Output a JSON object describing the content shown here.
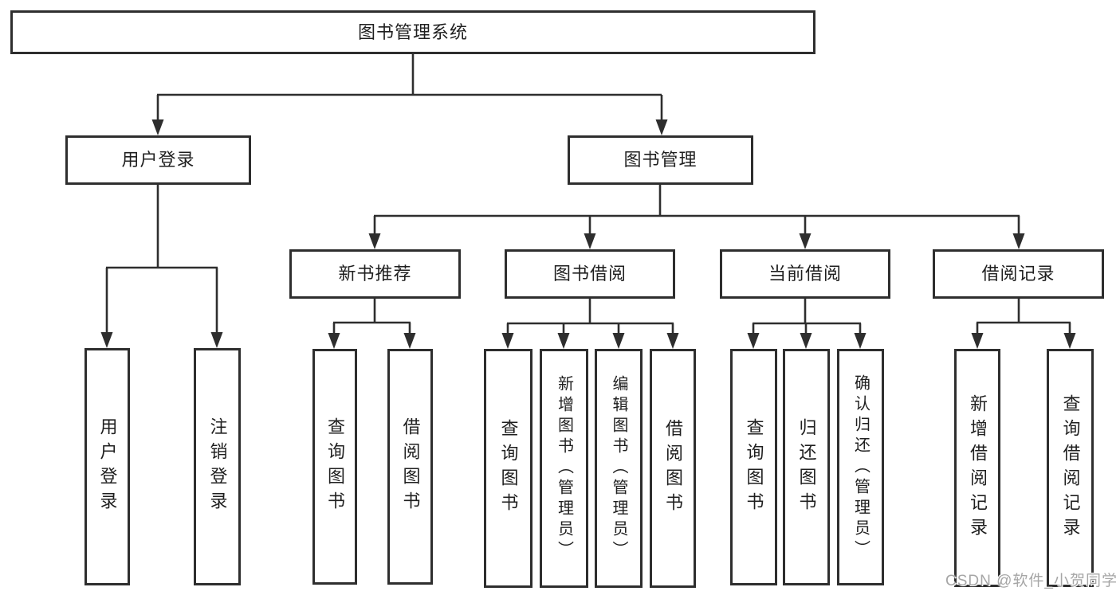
{
  "diagram_title": "图书管理系统",
  "watermark": "CSDN @软件_小贺同学",
  "colors": {
    "line": "#2e2e2e",
    "text": "#1f1f1f",
    "background": "#ffffff",
    "watermark": "#a6a6a6"
  },
  "nodes": {
    "root": "图书管理系统",
    "user_login": "用户登录",
    "book_mgmt": "图书管理",
    "new_book": "新书推荐",
    "book_borrow": "图书借阅",
    "current_borrow": "当前借阅",
    "borrow_record": "借阅记录",
    "login_children": [
      "用户登录",
      "注销登录"
    ],
    "new_book_children": [
      "查询图书",
      "借阅图书"
    ],
    "book_borrow_children": [
      "查询图书",
      "新增图书（管理员）",
      "编辑图书（管理员）",
      "借阅图书"
    ],
    "current_borrow_children": [
      "查询图书",
      "归还图书",
      "确认归还（管理员）"
    ],
    "borrow_record_children": [
      "新增借阅记录",
      "查询借阅记录"
    ]
  }
}
